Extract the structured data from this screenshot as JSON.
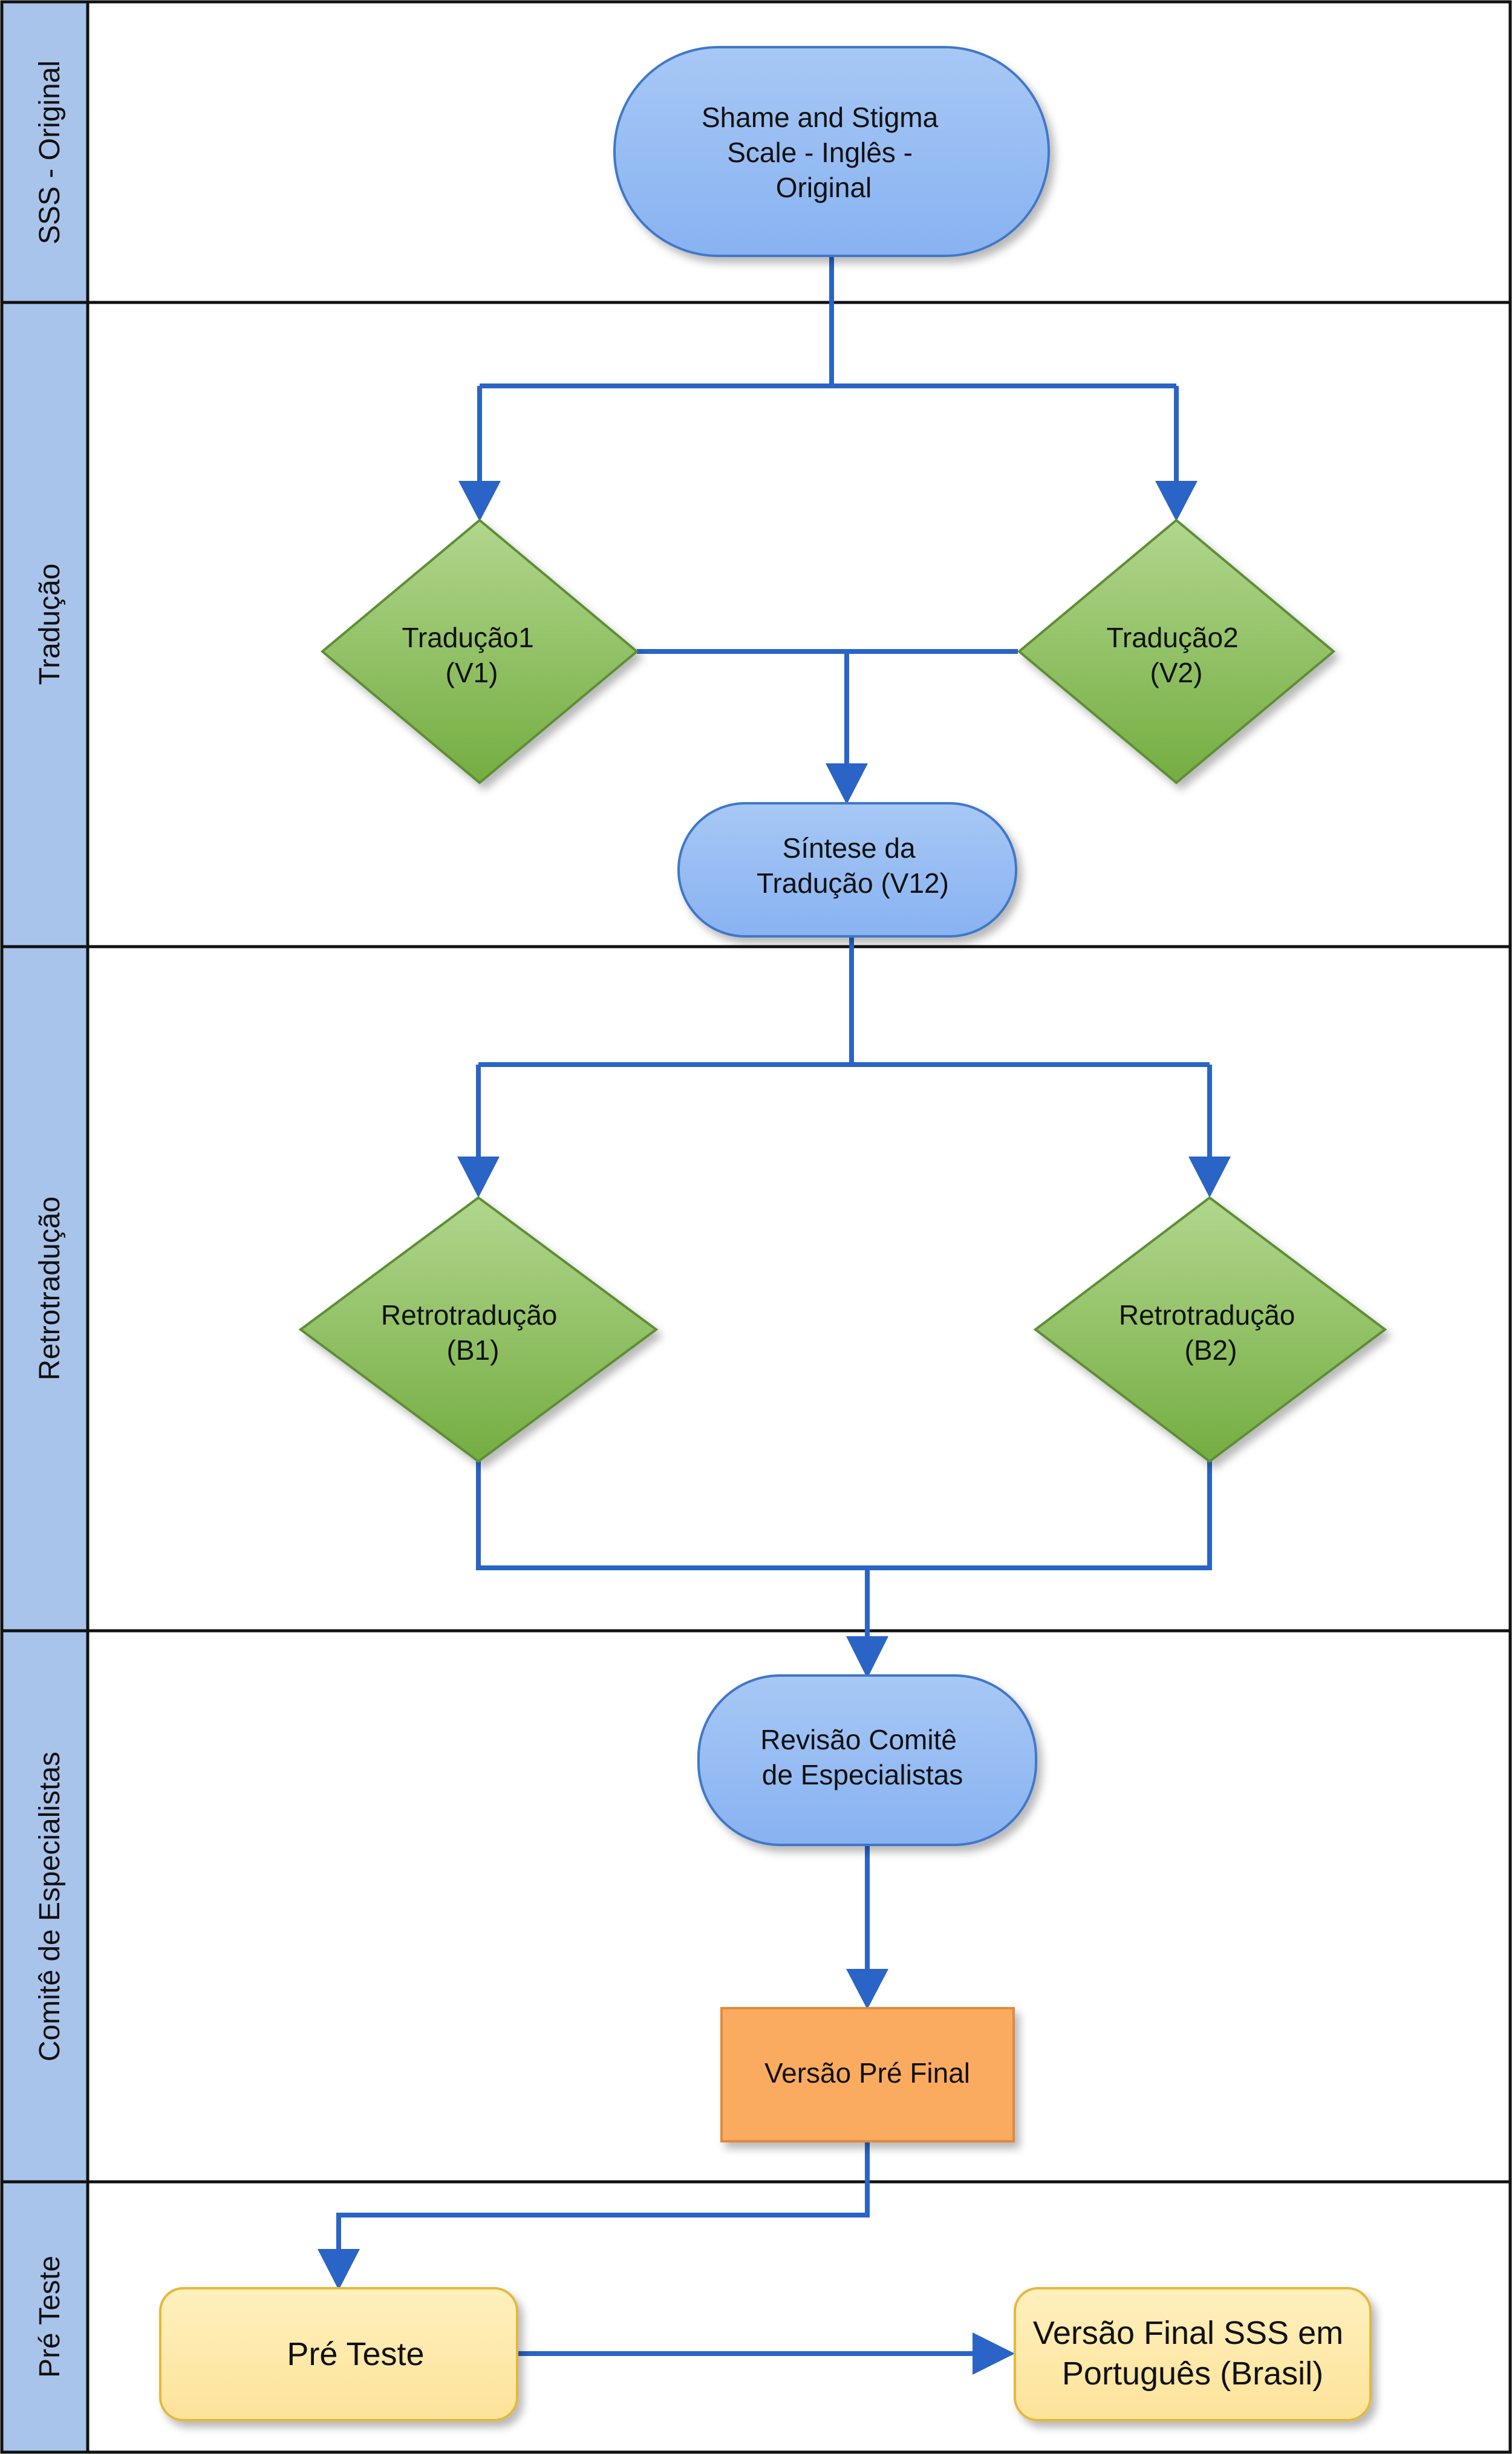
{
  "colors": {
    "lane_label_fill": "#a9c4eb",
    "border": "#111111",
    "connector": "#2a64c6",
    "terminal_fill_top": "#a7c8f5",
    "terminal_fill_bottom": "#88b2f1",
    "terminal_stroke": "#3f77c9",
    "decision_fill_top": "#b1d68d",
    "decision_fill_bottom": "#74ad41",
    "decision_stroke": "#5d8e36",
    "process_fill": "#fbab5e",
    "process_stroke": "#e08a3b",
    "pretest_fill": "#fde7a2",
    "pretest_stroke": "#e5b83d"
  },
  "lanes": [
    {
      "id": "sss-original",
      "label": "SSS - Original"
    },
    {
      "id": "traducao",
      "label": "Tradução"
    },
    {
      "id": "retrotraducao",
      "label": "Retrotradução"
    },
    {
      "id": "comite",
      "label": "Comitê de Especialistas"
    },
    {
      "id": "pre-teste",
      "label": "Pré Teste"
    }
  ],
  "nodes": {
    "original": {
      "shape": "terminal",
      "lines": [
        "Shame and Stigma",
        "Scale - Inglês -",
        "Original"
      ]
    },
    "traducao1": {
      "shape": "decision",
      "lines": [
        "Tradução1",
        "(V1)"
      ]
    },
    "traducao2": {
      "shape": "decision",
      "lines": [
        "Tradução2",
        "(V2)"
      ]
    },
    "sintese": {
      "shape": "terminal",
      "lines": [
        "Síntese da",
        "Tradução (V12)"
      ]
    },
    "retro1": {
      "shape": "decision",
      "lines": [
        "Retrotradução",
        "(B1)"
      ]
    },
    "retro2": {
      "shape": "decision",
      "lines": [
        "Retrotradução",
        "(B2)"
      ]
    },
    "revisao": {
      "shape": "terminal",
      "lines": [
        "Revisão Comitê",
        "de Especialistas"
      ]
    },
    "pre_final": {
      "shape": "process",
      "lines": [
        "Versão Pré Final"
      ]
    },
    "pre_teste": {
      "shape": "rounded",
      "lines": [
        "Pré Teste"
      ]
    },
    "versao_final": {
      "shape": "rounded",
      "lines": [
        "Versão Final SSS em",
        "Português (Brasil)"
      ]
    }
  },
  "edges": [
    {
      "from": "original",
      "to": "traducao1"
    },
    {
      "from": "original",
      "to": "traducao2"
    },
    {
      "from": "traducao1",
      "to": "sintese"
    },
    {
      "from": "traducao2",
      "to": "sintese"
    },
    {
      "from": "sintese",
      "to": "retro1"
    },
    {
      "from": "sintese",
      "to": "retro2"
    },
    {
      "from": "retro1",
      "to": "revisao"
    },
    {
      "from": "retro2",
      "to": "revisao"
    },
    {
      "from": "revisao",
      "to": "pre_final"
    },
    {
      "from": "pre_final",
      "to": "pre_teste"
    },
    {
      "from": "pre_teste",
      "to": "versao_final"
    }
  ]
}
